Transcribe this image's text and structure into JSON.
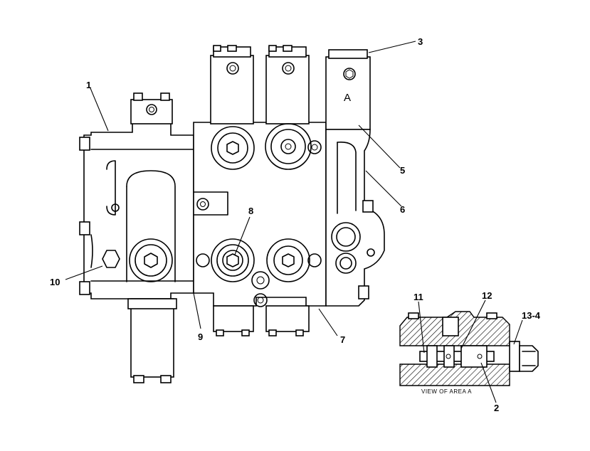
{
  "callouts": {
    "c1": "1",
    "c2": "2",
    "c3": "3",
    "c5": "5",
    "c6": "6",
    "c7": "7",
    "c8": "8",
    "c9": "9",
    "c10": "10",
    "c11": "11",
    "c12": "12",
    "c13_4": "13-4"
  },
  "view_label": "A",
  "detail_caption": "VIEW OF AREA  A"
}
